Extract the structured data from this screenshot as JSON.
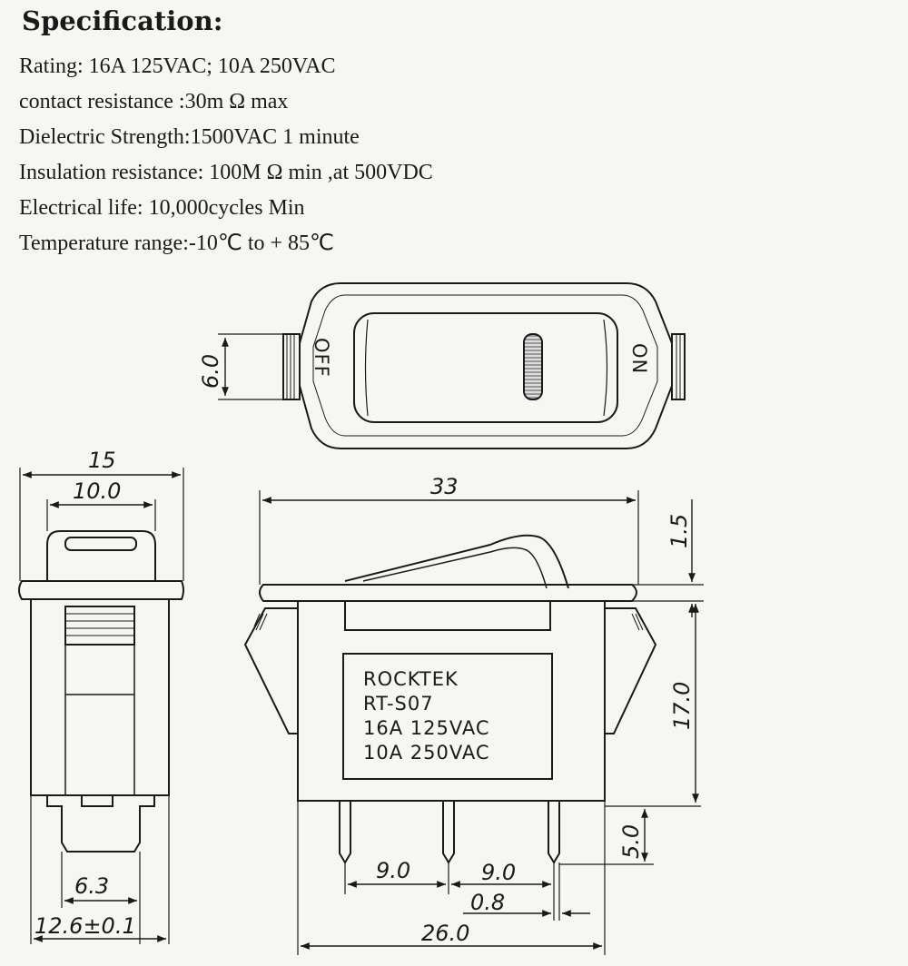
{
  "spec": {
    "title": "Specification:",
    "lines": [
      "Rating: 16A 125VAC; 10A 250VAC",
      "contact resistance :30m Ω max",
      "Dielectric Strength:1500VAC 1 minute",
      "Insulation resistance: 100M Ω min ,at 500VDC",
      "Electrical life: 10,000cycles Min",
      "Temperature range:-10℃ to + 85℃"
    ]
  },
  "top_view": {
    "off_label": "OFF",
    "on_label": "ON",
    "dim_height": "6.0"
  },
  "side_view": {
    "dim_outer": "15",
    "dim_inner": "10.0",
    "dim_pin": "6.3",
    "dim_base": "12.6±0.1"
  },
  "front_view": {
    "dim_width": "33",
    "dim_top": "1.5",
    "dim_body": "17.0",
    "dim_pin_len": "5.0",
    "dim_pitch_1": "9.0",
    "dim_pitch_2": "9.0",
    "dim_pin_w": "0.8",
    "dim_base": "26.0",
    "label": [
      "ROCKTEK",
      "RT-S07",
      "16A 125VAC",
      "10A 250VAC"
    ]
  }
}
